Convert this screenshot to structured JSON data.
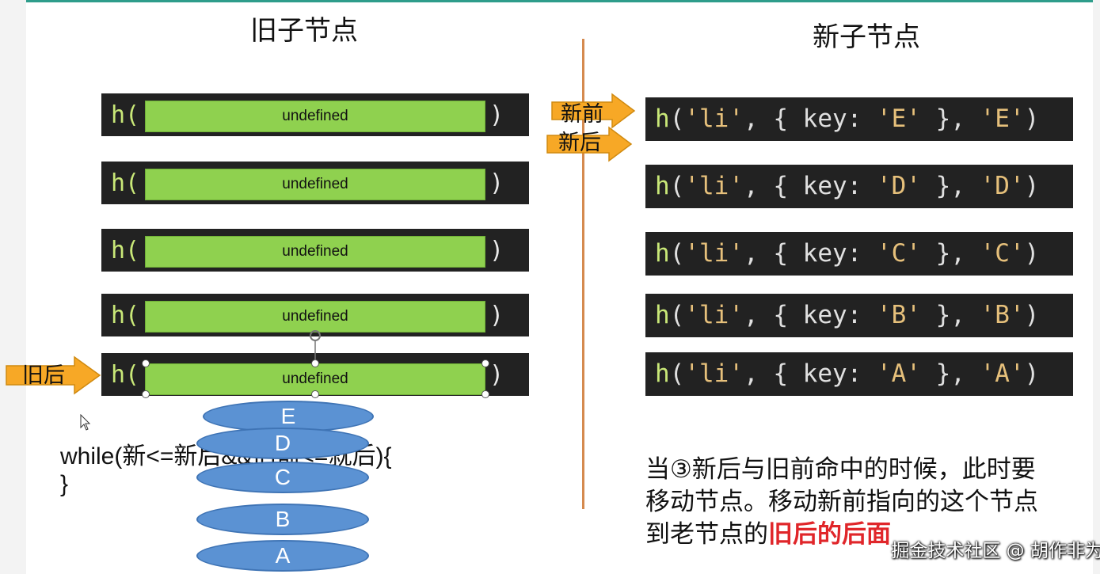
{
  "titles": {
    "old": "旧子节点",
    "new": "新子节点"
  },
  "old_rows": [
    {
      "fn": "h(",
      "bar": "undefined",
      "close": ")"
    },
    {
      "fn": "h(",
      "bar": "undefined",
      "close": ")"
    },
    {
      "fn": "h(",
      "bar": "undefined",
      "close": ")"
    },
    {
      "fn": "h(",
      "bar": "undefined",
      "close": ")"
    },
    {
      "fn": "h(",
      "bar": "undefined",
      "close": ")"
    }
  ],
  "new_rows": [
    {
      "fn": "h",
      "open": "(",
      "s1": "'li'",
      "mid": ", { key: ",
      "s2": "'E'",
      "mid2": " }, ",
      "s3": "'E'",
      "close": ")"
    },
    {
      "fn": "h",
      "open": "(",
      "s1": "'li'",
      "mid": ", { key: ",
      "s2": "'D'",
      "mid2": " }, ",
      "s3": "'D'",
      "close": ")"
    },
    {
      "fn": "h",
      "open": "(",
      "s1": "'li'",
      "mid": ", { key: ",
      "s2": "'C'",
      "mid2": " }, ",
      "s3": "'C'",
      "close": ")"
    },
    {
      "fn": "h",
      "open": "(",
      "s1": "'li'",
      "mid": ", { key: ",
      "s2": "'B'",
      "mid2": " }, ",
      "s3": "'B'",
      "close": ")"
    },
    {
      "fn": "h",
      "open": "(",
      "s1": "'li'",
      "mid": ", { key: ",
      "s2": "'A'",
      "mid2": " }, ",
      "s3": "'A'",
      "close": ")"
    }
  ],
  "pointers": {
    "new_front": "新前",
    "new_back": "新后",
    "old_back": "旧后"
  },
  "code": {
    "line1": "while(新<=新后&&旧前<=就后){",
    "line2": "}"
  },
  "ellipses": [
    "E",
    "D",
    "C",
    "B",
    "A"
  ],
  "note": {
    "text": "当③新后与旧前命中的时候，此时要移动节点。移动新前指向的这个节点到老节点的",
    "highlight": "旧后的后面"
  },
  "watermark": "掘金技术社区 @ 胡作非为",
  "colors": {
    "code_bg": "#222222",
    "bar_green": "#8fd14f",
    "arrow_orange": "#f7a826",
    "ellipse_blue": "#5b92d3",
    "highlight_red": "#e0262a",
    "divider": "#d58a4f"
  }
}
